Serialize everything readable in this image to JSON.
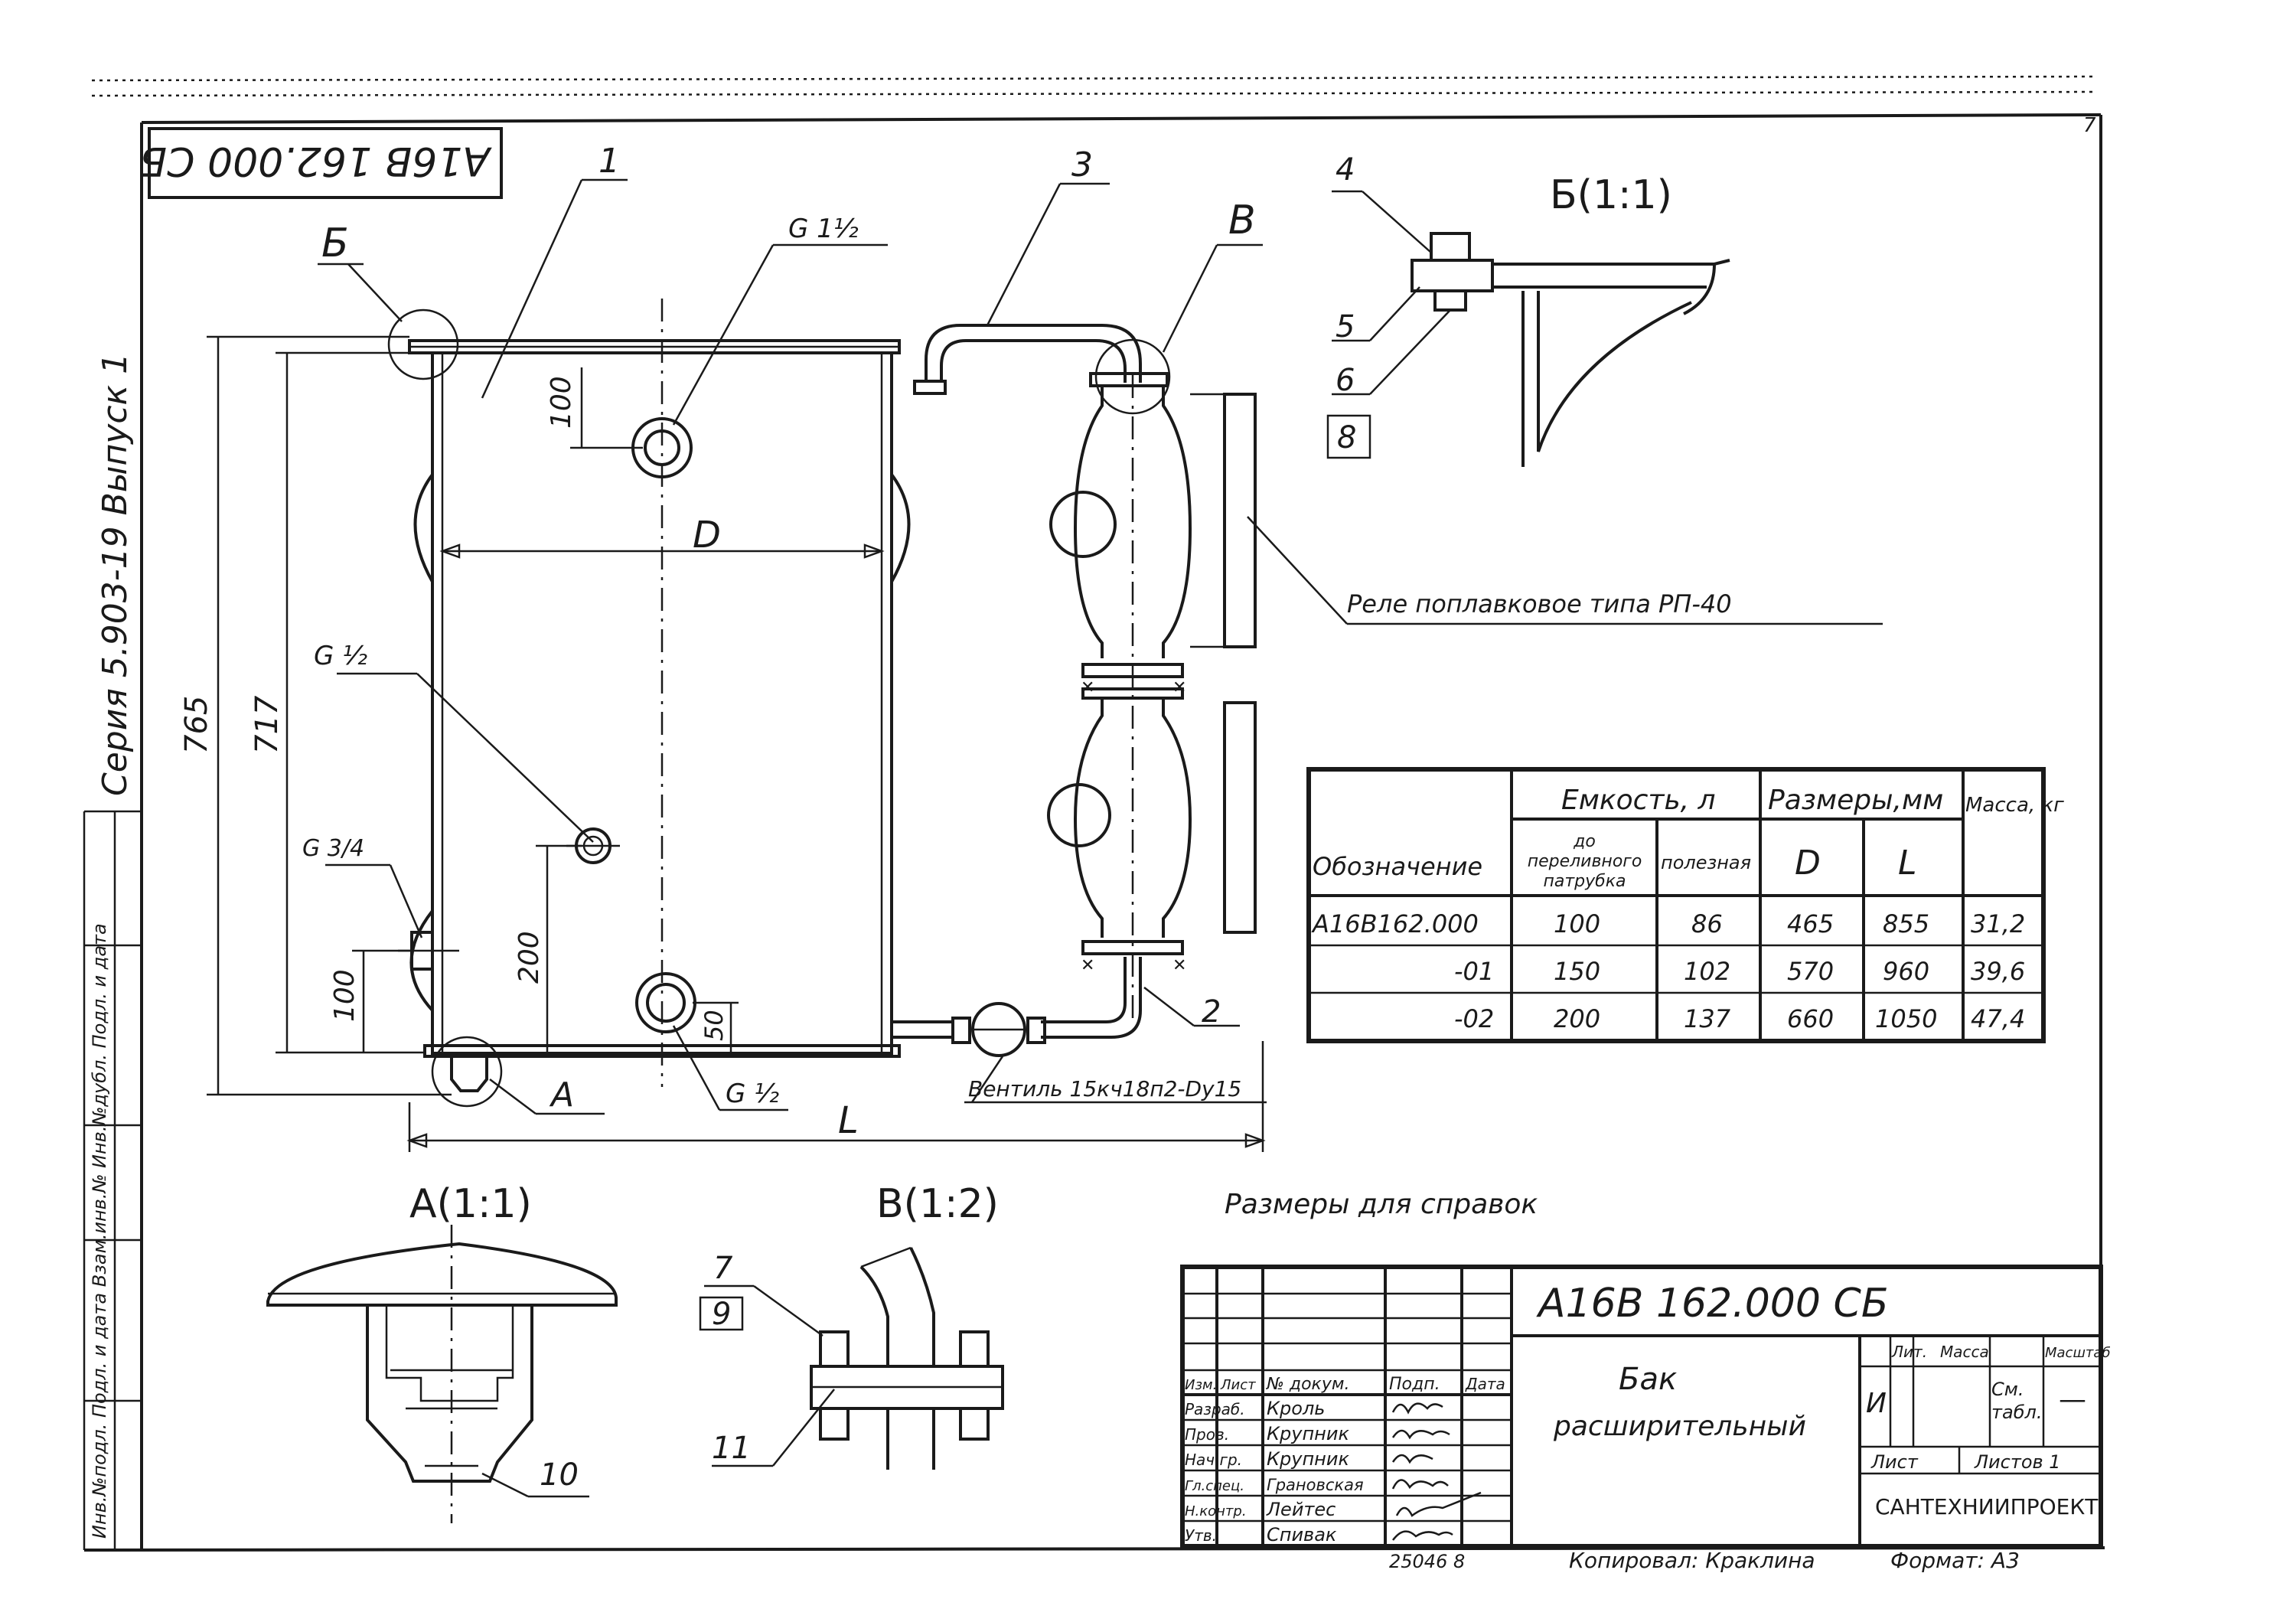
{
  "header": {
    "rotated_code": "А16В 162.000 СБ",
    "page_number": "7"
  },
  "side": {
    "series": "Серия 5.903-19 Выпуск 1",
    "strip": "Инв.№подл. Подл. и дата Взам.инв.№ Инв.№дубл. Подл. и дата"
  },
  "main_view": {
    "callout_1": "1",
    "callout_2": "2",
    "callout_3": "3",
    "callout_B": "Б",
    "callout_V": "В",
    "callout_A": "А",
    "port_top": "G 1½",
    "port_mid": "G ½",
    "port_side": "G 3/4",
    "port_bottom": "G ½",
    "dim_D": "D",
    "dim_L": "L",
    "dim_100_top": "100",
    "dim_765": "765",
    "dim_717": "717",
    "dim_200": "200",
    "dim_100_bot": "100",
    "dim_50": "50",
    "relay_label": "Реле поплавковое типа РП-40",
    "valve_label": "Вентиль 15кч18п2-Dу15"
  },
  "detail_B": {
    "title": "Б(1:1)",
    "n4": "4",
    "n5": "5",
    "n6": "6",
    "n8": "8"
  },
  "detail_A": {
    "title": "А(1:1)",
    "n10": "10"
  },
  "detail_V": {
    "title": "В(1:2)",
    "n7": "7",
    "n9": "9",
    "n11": "11"
  },
  "spec_table": {
    "h_designation": "Обозначение",
    "h_capacity": "Емкость, л",
    "h_sizes": "Размеры,мм",
    "h_mass": "Масса, кг",
    "h_to_overflow": "до переливного патрубка",
    "h_useful": "полезная",
    "h_D": "D",
    "h_L": "L",
    "rows": [
      {
        "designation": "А16В162.000",
        "overflow": "100",
        "useful": "86",
        "D": "465",
        "L": "855",
        "mass": "31,2"
      },
      {
        "designation": "-01",
        "overflow": "150",
        "useful": "102",
        "D": "570",
        "L": "960",
        "mass": "39,6"
      },
      {
        "designation": "-02",
        "overflow": "200",
        "useful": "137",
        "D": "660",
        "L": "1050",
        "mass": "47,4"
      }
    ]
  },
  "note": "Размеры для справок",
  "title_block": {
    "doc_code": "А16В 162.000 СБ",
    "name_line1": "Бак",
    "name_line2": "расширительный",
    "col_change": "Изм.",
    "col_sheet": "Лист",
    "col_docnum": "№ докум.",
    "col_sign": "Подп.",
    "col_date": "Дата",
    "roles": [
      {
        "role": "Разраб.",
        "name": "Кроль"
      },
      {
        "role": "Пров.",
        "name": "Крупник"
      },
      {
        "role": "Нач.гр.",
        "name": "Крупник"
      },
      {
        "role": "Гл.спец.",
        "name": "Грановская"
      },
      {
        "role": "Н.контр.",
        "name": "Лейтес"
      },
      {
        "role": "Утв.",
        "name": "Спивак"
      }
    ],
    "lit_label": "Лит.",
    "mass_label": "Масса",
    "scale_label": "Масштаб",
    "lit_value": "И",
    "mass_value": "См. табл.",
    "scale_value": "—",
    "sheet_label": "Лист",
    "sheets_label": "Листов 1",
    "org": "САНТЕХНИИПРОЕКТ",
    "inv_number": "25046 8",
    "copied_by": "Копировал: Краклина",
    "format": "Формат: А3"
  },
  "colors": {
    "ink": "#1a1a1a",
    "paper": "#ffffff"
  }
}
